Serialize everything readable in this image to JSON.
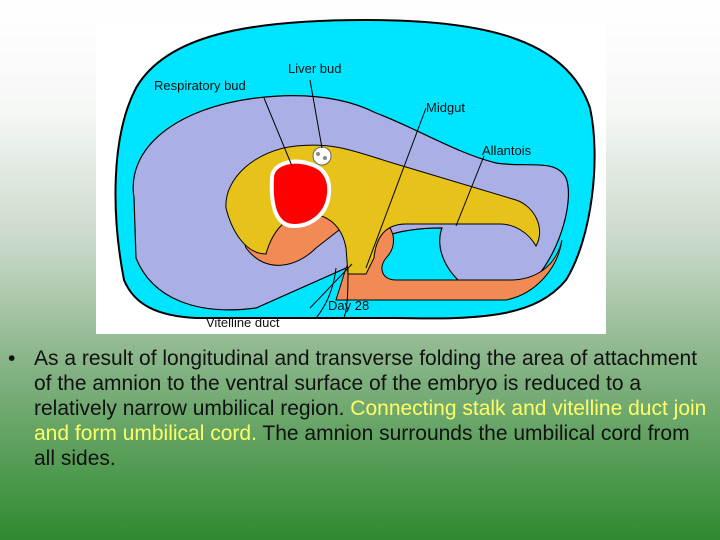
{
  "diagram": {
    "labels": {
      "liver_bud": "Liver bud",
      "respiratory_bud": "Respiratory bud",
      "midgut": "Midgut",
      "allantois": "Allantois",
      "day": "Day 28",
      "vitelline_duct": "Vitelline duct"
    },
    "colors": {
      "amniotic_cavity": "#00e5ff",
      "mesoderm": "#aab0e6",
      "endoderm": "#e6c21a",
      "ectoderm": "#f28a55",
      "heart": "#ff0000"
    }
  },
  "text": {
    "bullet": "•",
    "part1": "As a result of longitudinal and transverse folding the area of attachment of the amnion to the ventral surface of the embryo is reduced to a relatively narrow umbilical region. ",
    "part2": "Connecting stalk and vitelline duct join and form umbilical cord.",
    "part3": " The amnion surrounds the umbilical cord from all sides."
  }
}
